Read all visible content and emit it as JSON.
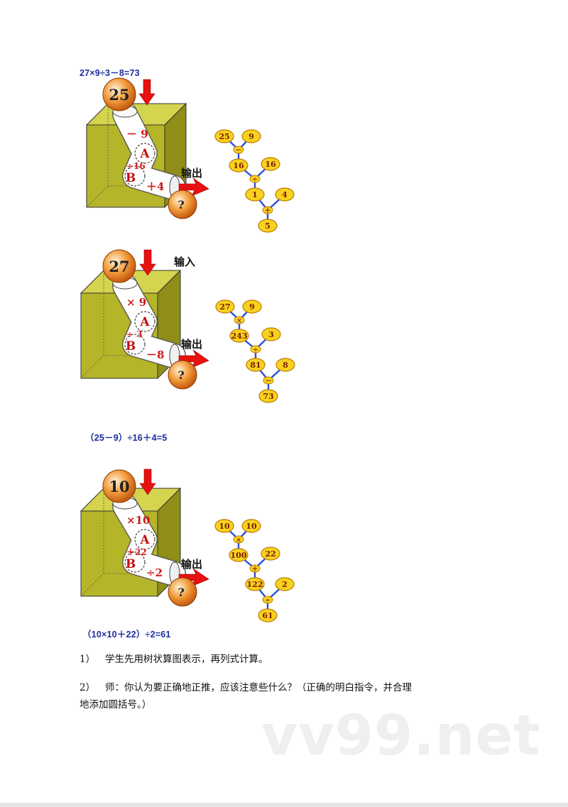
{
  "figures": [
    {
      "input": "25",
      "input_label": "",
      "output_label": "输出",
      "question": "?",
      "pipe_ops": [
        "－ 9",
        "÷16",
        "＋4"
      ],
      "joint_labels": [
        "A",
        "B"
      ],
      "tree": {
        "leaves": [
          "25",
          "9",
          "16",
          "4"
        ],
        "ops": [
          "－",
          "÷",
          "＋"
        ],
        "intermediates": [
          "16",
          "1"
        ],
        "result": "5"
      }
    },
    {
      "input": "27",
      "input_label": "输入",
      "output_label": "输出",
      "question": "?",
      "pipe_ops": [
        "× 9",
        "÷ 3",
        "－8"
      ],
      "joint_labels": [
        "A",
        "B"
      ],
      "tree": {
        "leaves": [
          "27",
          "9",
          "3",
          "8"
        ],
        "ops": [
          "×",
          "÷",
          "－"
        ],
        "intermediates": [
          "243",
          "81"
        ],
        "result": "73"
      }
    },
    {
      "input": "10",
      "input_label": "",
      "output_label": "输出",
      "question": "?",
      "pipe_ops": [
        "×10",
        "＋22",
        "÷2"
      ],
      "joint_labels": [
        "A",
        "B"
      ],
      "tree": {
        "leaves": [
          "10",
          "10",
          "22",
          "2"
        ],
        "ops": [
          "×",
          "＋",
          "÷"
        ],
        "intermediates": [
          "100",
          "122"
        ],
        "result": "61"
      }
    }
  ],
  "formulas": {
    "top": "27×9÷3－8=73",
    "middle": "（25－9）÷16＋4=5",
    "bottom": "（10×10＋22）÷2=61"
  },
  "paragraphs": [
    {
      "num": "1）",
      "text": "学生先用树状算图表示，再列式计算。"
    },
    {
      "num": "2）",
      "text": "师：你认为要正确地正推，应该注意些什么？（正确的明白指令，并合理",
      "cont": "地添加圆括号。）"
    }
  ],
  "watermark": "vv99.net",
  "colors": {
    "box": "#b5b52a",
    "box_top": "#d4d44e",
    "box_side": "#8e8e18",
    "arrow": "#e81010",
    "ball": "#f29a3a",
    "oval": "#f7d21e",
    "oval_stroke": "#c27a00",
    "tree_line": "#2d4fd8",
    "formula": "#1d2b9e"
  }
}
